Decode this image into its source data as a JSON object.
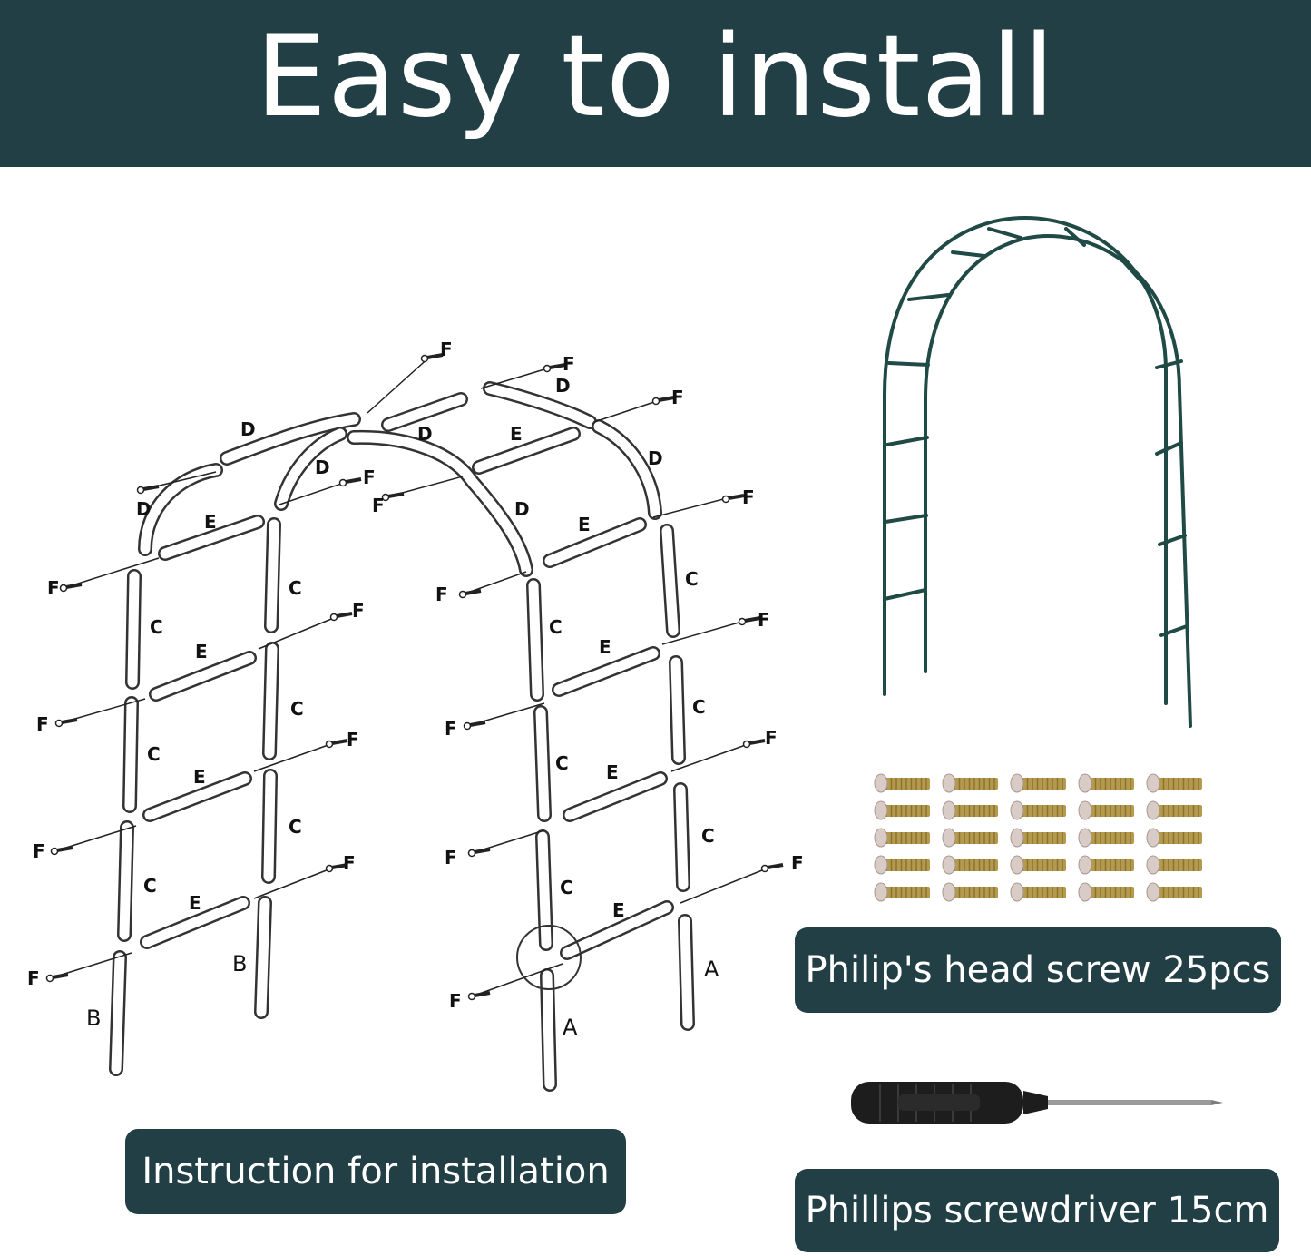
{
  "header": {
    "title": "Easy to install"
  },
  "captions": {
    "instruction": "Instruction for installation",
    "screws": "Philip's head screw 25pcs",
    "screwdriver": "Phillips screwdriver 15cm"
  },
  "diagram": {
    "part_labels": {
      "a": "A",
      "b": "B",
      "c": "C",
      "d": "D",
      "e": "E",
      "f": "F"
    }
  },
  "colors": {
    "brand": "#213f44",
    "arch": "#1f4a45",
    "screw_thread": "#b59a4e",
    "screw_head": "#d9cbc6"
  },
  "icons": [
    "arch-icon",
    "screw-icon",
    "screwdriver-icon"
  ]
}
